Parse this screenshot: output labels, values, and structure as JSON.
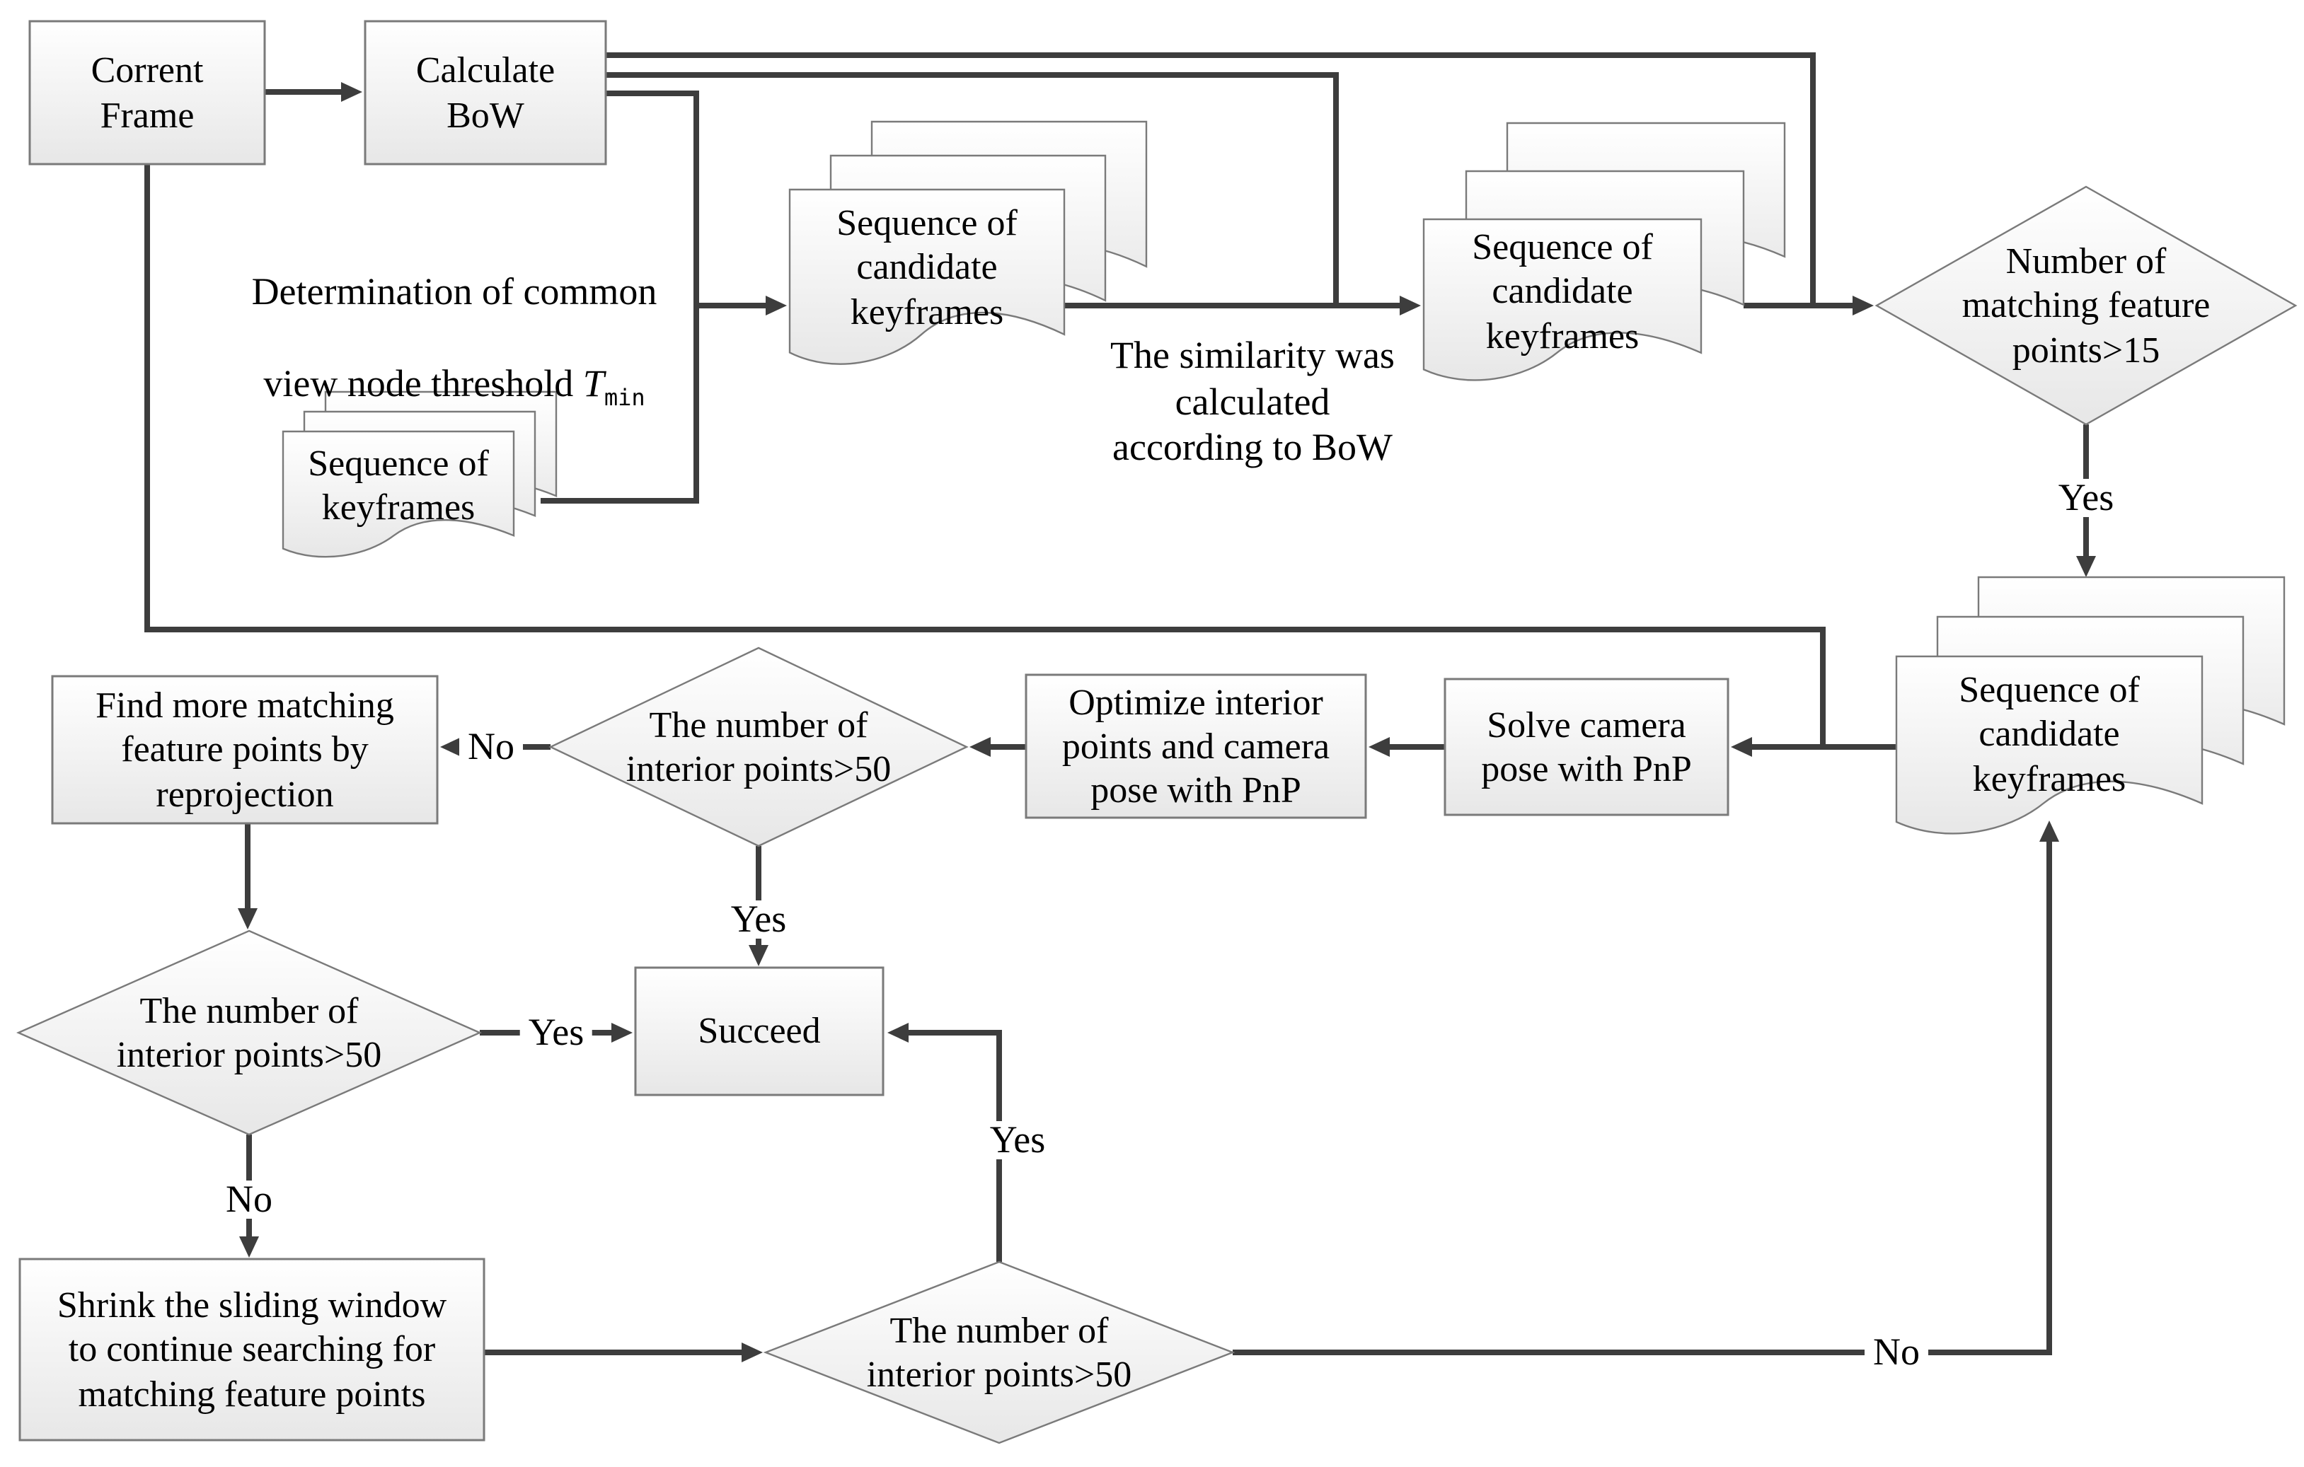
{
  "diagram": {
    "type": "flowchart",
    "background": "#ffffff",
    "colors": {
      "connector": "#3d3d3d",
      "shape_border": "#7a7a7a",
      "shape_fill_top": "#ffffff",
      "shape_fill_bottom": "#e7e7e7",
      "text": "#000000"
    },
    "nodes": {
      "current_frame": {
        "type": "process",
        "label": "Corrent\nFrame"
      },
      "calculate_bow": {
        "type": "process",
        "label": "Calculate\nBoW"
      },
      "seq_keyframes": {
        "type": "document-stack",
        "label": "Sequence of\nkeyframes"
      },
      "seq_candidate_mid": {
        "type": "document-stack",
        "label": "Sequence of\ncandidate\nkeyframes"
      },
      "seq_candidate_right": {
        "type": "document-stack",
        "label": "Sequence of\ncandidate\nkeyframes"
      },
      "seq_candidate_loop": {
        "type": "document-stack",
        "label": "Sequence of\ncandidate\nkeyframes"
      },
      "match15": {
        "type": "decision",
        "label": "Number of\nmatching feature\npoints>15"
      },
      "solve_pnp": {
        "type": "process",
        "label": "Solve camera\npose with PnP"
      },
      "optimize_pnp": {
        "type": "process",
        "label": "Optimize interior\npoints and camera\npose with PnP"
      },
      "interior_top": {
        "type": "decision",
        "label": "The number of\ninterior points>50"
      },
      "find_more": {
        "type": "process",
        "label": "Find more matching\nfeature points by\nreprojection"
      },
      "interior_left": {
        "type": "decision",
        "label": "The number of\ninterior points>50"
      },
      "succeed": {
        "type": "process",
        "label": "Succeed"
      },
      "shrink_window": {
        "type": "process",
        "label": "Shrink the sliding window\nto continue searching for\nmatching feature points"
      },
      "interior_bottom": {
        "type": "decision",
        "label": "The number of\ninterior points>50"
      }
    },
    "edge_labels": {
      "threshold_line1": "Determination of common",
      "threshold_line2": "view node threshold ",
      "threshold_symbol": "T",
      "threshold_subscript": "min",
      "similarity": "The similarity was\ncalculated\naccording to BoW",
      "yes_match15": "Yes",
      "yes_interior_top": "Yes",
      "yes_interior_left": "Yes",
      "yes_interior_bottom": "Yes",
      "no_interior_top": "No",
      "no_interior_left": "No",
      "no_interior_bottom": "No"
    }
  }
}
